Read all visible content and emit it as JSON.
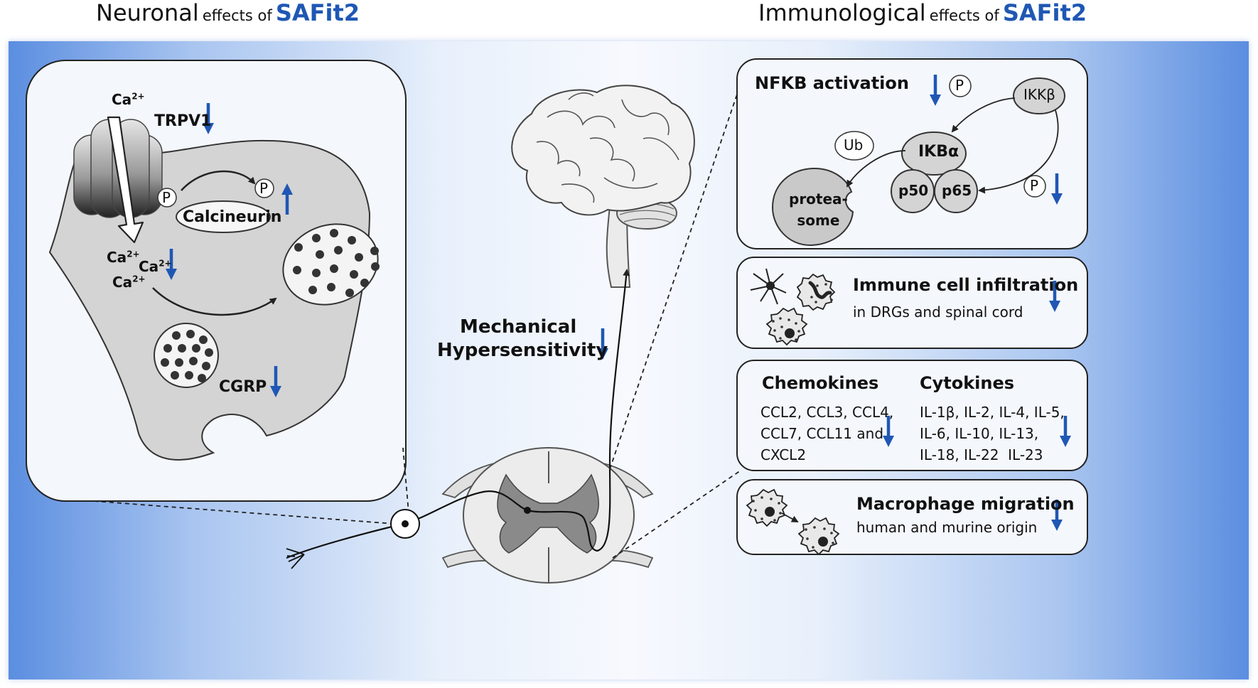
{
  "left_title": {
    "main": "Neuronal",
    "small": "effects of",
    "brand": "SAFit2"
  },
  "right_title": {
    "main": "Immunological",
    "small": "effects of",
    "brand": "SAFit2"
  },
  "neuron": {
    "ca_top": "Ca",
    "sup": "2+",
    "trpv1": "TRPV1",
    "p1": "P",
    "p2": "P",
    "calcineurin": "Calcineurin",
    "ca_a": "Ca",
    "ca_b": "Ca",
    "ca_c": "Ca",
    "cgrp": "CGRP"
  },
  "center": {
    "line1": "Mechanical",
    "line2": "Hypersensitivity"
  },
  "nfkb": {
    "title": "NFKB activation",
    "p_top": "P",
    "ikkb": "IKKβ",
    "ub": "Ub",
    "ikba": "IKBα",
    "proteasome": "protea-\nsome",
    "p50": "p50",
    "p65": "p65",
    "p_right": "P"
  },
  "immune": {
    "title": "Immune cell infiltration",
    "subtitle": "in DRGs and spinal cord"
  },
  "chemo": {
    "chemo_title": "Chemokines",
    "chemo_list": "CCL2, CCL3, CCL4,\nCCL7, CCL11 and\nCXCL2",
    "cyto_title": "Cytokines",
    "cyto_list": "IL-1β, IL-2, IL-4, IL-5,\nIL-6, IL-10, IL-13,\nIL-18, IL-22  IL-23"
  },
  "macro": {
    "title": "Macrophage migration",
    "subtitle": "human and murine origin"
  },
  "colors": {
    "accent": "#1f57b4",
    "gradient_edge": "#5b8ee0",
    "cell_fill": "#d4d4d4",
    "box_fill": "#f4f7fc"
  }
}
